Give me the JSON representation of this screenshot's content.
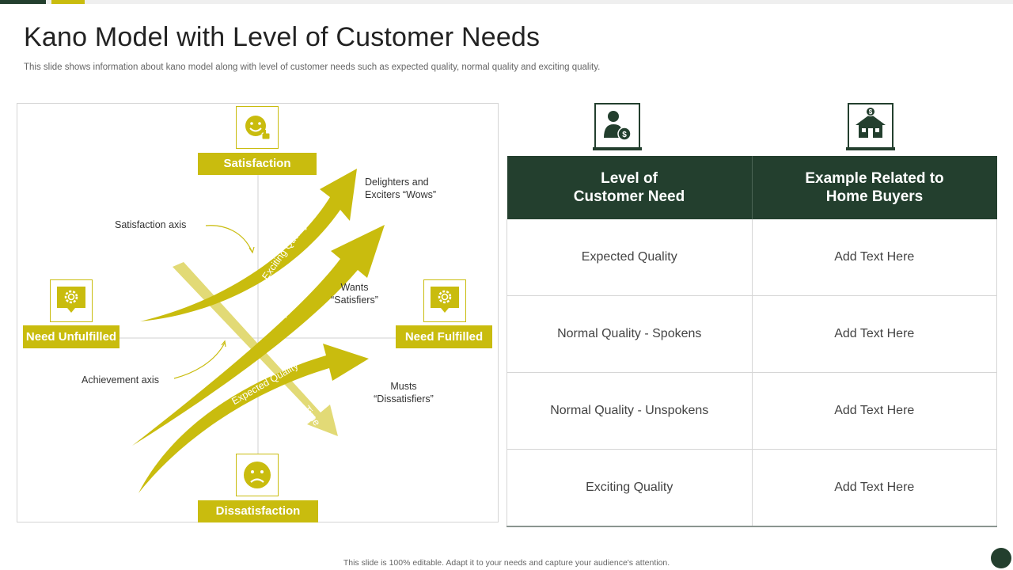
{
  "header": {
    "title": "Kano Model with Level of Customer Needs",
    "subtitle": "This slide shows information about kano model along with level of customer needs such as expected quality, normal quality and exciting quality."
  },
  "diagram": {
    "top_label": "Satisfaction",
    "bottom_label": "Dissatisfaction",
    "left_label": "Need Unfulfilled",
    "right_label": "Need Fulfilled",
    "notes": {
      "delighters_line1": "Delighters and",
      "delighters_line2": "Exciters “Wows”",
      "satisfaction_axis": "Satisfaction axis",
      "wants_line1": "Wants",
      "wants_line2": "“Satisfiers”",
      "achievement_axis": "Achievement  axis",
      "musts_line1": "Musts",
      "musts_line2": "“Dissatisfiers”"
    },
    "arrows": {
      "exciting": "Exciting Quality",
      "normal": "Normal Quality",
      "expected": "Expected Quality",
      "time": "Time"
    },
    "icons": {
      "top": "smiley-thumbs-up-icon",
      "bottom": "sad-face-icon",
      "left": "gear-speech-bubble-icon",
      "right": "gear-speech-bubble-icon"
    }
  },
  "table": {
    "column_icons": [
      "customer-dollar-icon",
      "house-dollar-icon"
    ],
    "headers": [
      {
        "line1": "Level of",
        "line2": "Customer Need"
      },
      {
        "line1": "Example Related to",
        "line2": "Home Buyers"
      }
    ],
    "rows": [
      {
        "need": "Expected Quality",
        "example": "Add Text Here"
      },
      {
        "need": "Normal Quality  - Spokens",
        "example": "Add Text Here"
      },
      {
        "need": "Normal Quality  - Unspokens",
        "example": "Add Text Here"
      },
      {
        "need": "Exciting Quality",
        "example": "Add Text Here"
      }
    ]
  },
  "footer": {
    "text": "This slide is 100% editable. Adapt it to your needs and capture your audience's attention."
  },
  "colors": {
    "accent": "#c9bc0e",
    "dark_green": "#233f2e",
    "time_arrow": "#e2da76"
  }
}
